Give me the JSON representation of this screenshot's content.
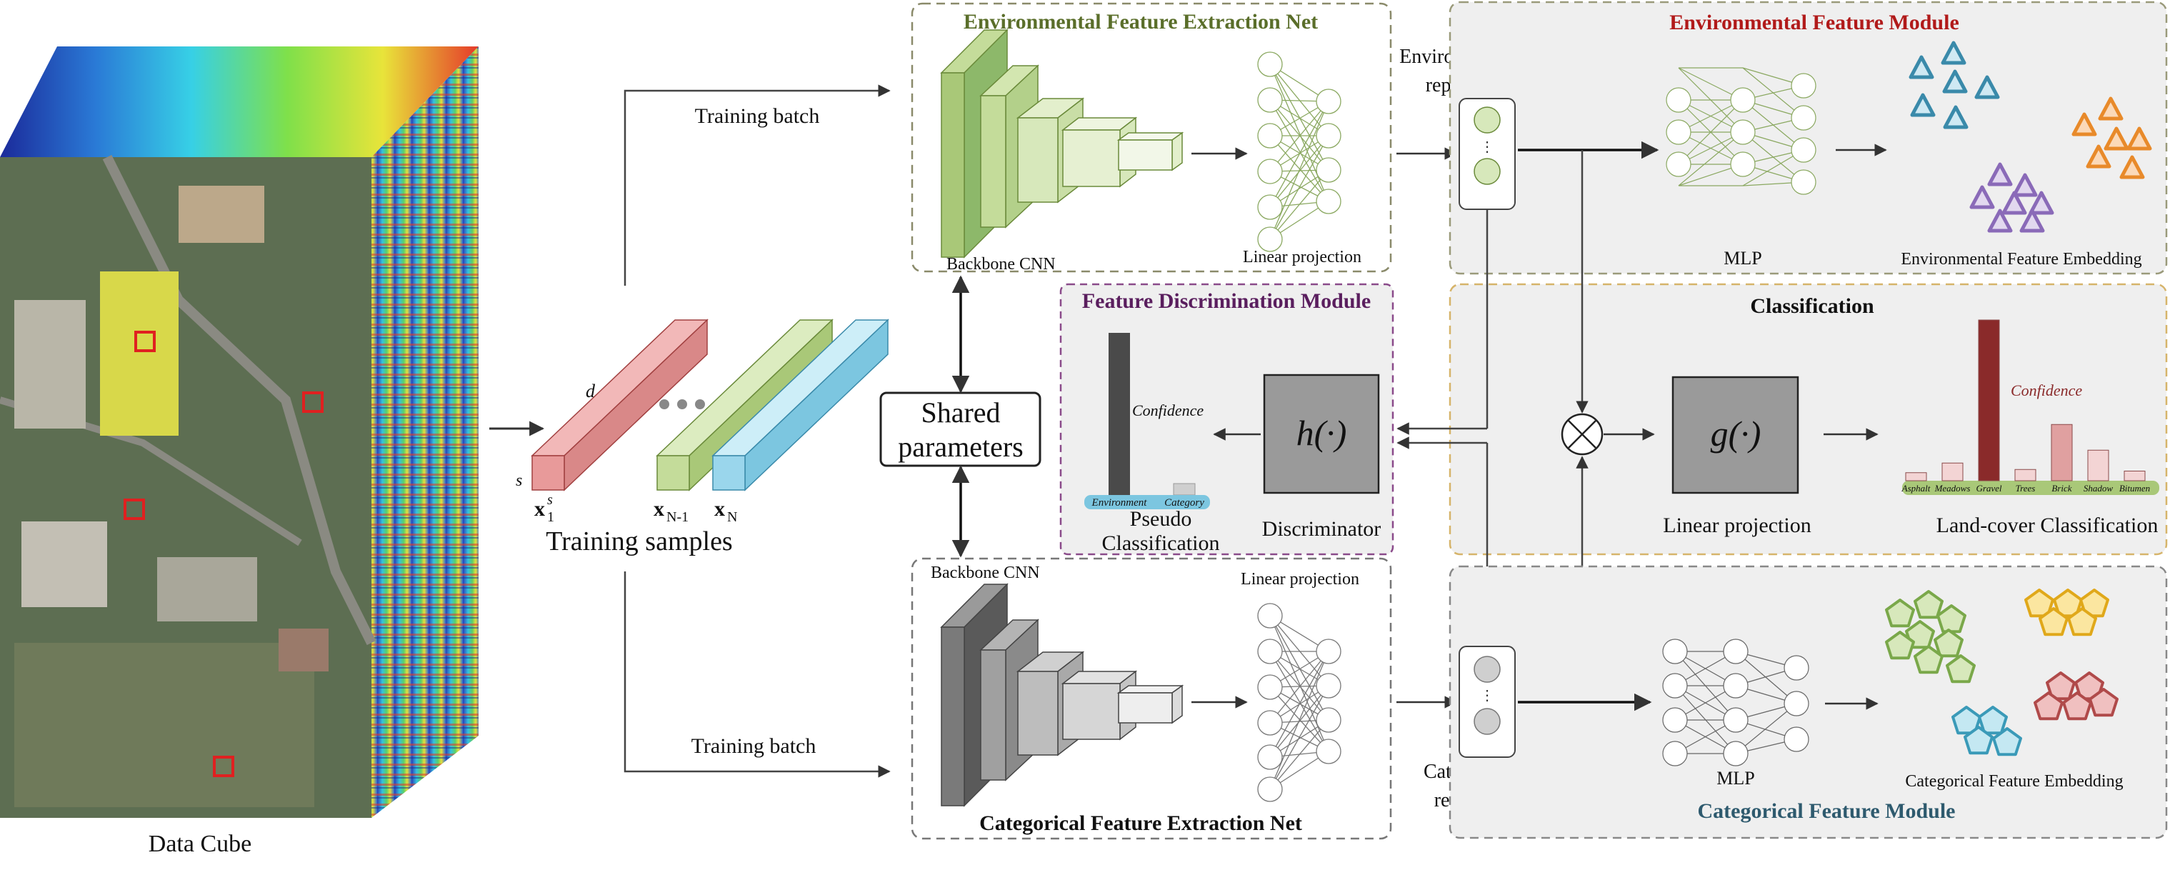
{
  "data_cube": {
    "caption": "Data Cube"
  },
  "training": {
    "batch_top": "Training batch",
    "batch_bottom": "Training batch",
    "samples_caption": "Training samples",
    "dim_d": "d",
    "dim_s": "s",
    "sample_1": "x",
    "sample_1_sub": "1",
    "sample_1_sup": "s",
    "sample_n1": "x",
    "sample_n1_sub": "N-1",
    "sample_n": "x",
    "sample_n_sub": "N"
  },
  "shared": {
    "line1": "Shared",
    "line2": "parameters"
  },
  "env_net": {
    "title": "Environmental Feature Extraction Net",
    "backbone": "Backbone CNN",
    "linear": "Linear projection"
  },
  "cat_net": {
    "title": "Categorical Feature Extraction Net",
    "backbone": "Backbone CNN",
    "linear": "Linear projection"
  },
  "env_repr": {
    "line1": "Environment-related",
    "line2": "representation"
  },
  "cat_repr": {
    "line1": "Category-related",
    "line2": "representation"
  },
  "env_module": {
    "title": "Environmental Feature Module",
    "mlp": "MLP",
    "embedding": "Environmental Feature Embedding"
  },
  "cat_module": {
    "title": "Categorical Feature Module",
    "mlp": "MLP",
    "embedding": "Categorical Feature Embedding"
  },
  "disc_module": {
    "title": "Feature Discrimination Module",
    "confidence": "Confidence",
    "bar_env": "Environment",
    "bar_cat": "Category",
    "pseudo_line1": "Pseudo",
    "pseudo_line2": "Classification",
    "discriminator_symbol": "h(·)",
    "discriminator": "Discriminator"
  },
  "classification": {
    "title": "Classification",
    "g_symbol": "g(·)",
    "linear": "Linear projection",
    "landcover": "Land-cover Classification",
    "confidence": "Confidence",
    "classes": [
      "Asphalt",
      "Meadows",
      "Gravel",
      "Trees",
      "Brick",
      "Shadow",
      "Bitumen"
    ],
    "values": [
      0.05,
      0.11,
      1.0,
      0.07,
      0.35,
      0.19,
      0.06
    ]
  },
  "colors": {
    "env_title": "#b11a1a",
    "env_net_title": "#5a6e2a",
    "disc_title": "#5a1e5e",
    "cat_module_title": "#2e5a6e",
    "triangle_blue": "#4aa6c8",
    "triangle_orange": "#f2923a",
    "triangle_purple": "#a78cc8",
    "pent_green": "#9cc46a",
    "pent_yellow": "#f5c842",
    "pent_red": "#c25a5a",
    "pent_blue": "#6cc0d6"
  }
}
